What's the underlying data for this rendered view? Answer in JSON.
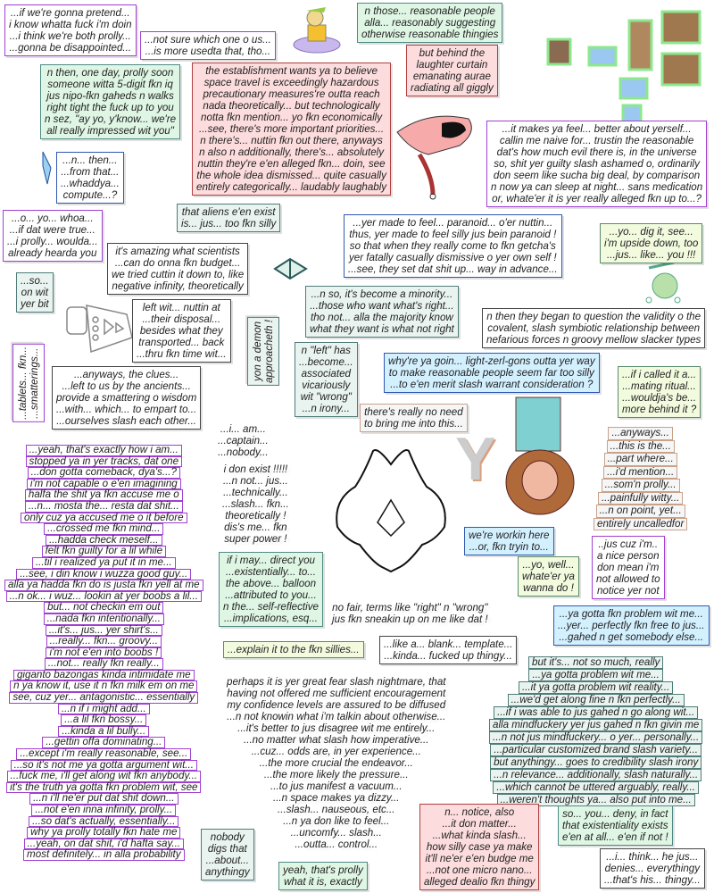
{
  "balloons": [
    {
      "lines": [
        "...if we're gonna pretend...",
        "i know whatta fuck i'm doin",
        "...i think we're both prolly...",
        "...gonna be disappointed..."
      ]
    },
    {
      "lines": [
        "...not sure which one o us...",
        "...is more usedta that, tho..."
      ]
    },
    {
      "lines": [
        "n then, one day, prolly soon",
        "someone witta 5-digit fkn iq",
        "jus nipo-fkn gaheds n walks",
        "right tight the fuck up to you",
        "n sez, \"ay yo, y'know... we're",
        "all really impressed wit you\""
      ]
    },
    {
      "lines": [
        "the establishment wants ya to believe",
        "space travel is exceedingly hazardous",
        "precautionary measures're outta reach",
        "nada theoretically... but technologically",
        "notta fkn mention... yo fkn economically",
        "...see, there's more important priorities...",
        "n there's... nuttin fkn out there, anyways",
        "n also n additionally, there's... absolutely",
        "nuttin they're e'en alleged fkn... doin, see",
        "the whole idea dismissed... quite casually",
        "entirely categorically... laudably laughably"
      ]
    },
    {
      "lines": [
        "n those... reasonable people",
        "alla... reasonably suggesting",
        "otherwise reasonable thingies"
      ]
    },
    {
      "lines": [
        "but behind the",
        "laughter curtain",
        "emanating aurae",
        "radiating all giggly"
      ]
    },
    {
      "lines": [
        "...it makes ya feel... better about yerself...",
        "callin me naive for... trustin the reasonable",
        "dat's how much evil there is, in the universe",
        "so, shit yer guilty slash ashamed o, ordinarily",
        "don seem like sucha big deal, by comparison",
        "n now ya can sleep at night... sans medication",
        "or, whate'er it is yer really alleged fkn up to...?"
      ]
    },
    {
      "lines": [
        "...n... then...",
        "...from that...",
        "...whaddya...",
        "compute...?"
      ]
    },
    {
      "lines": [
        "that aliens e'en exist",
        "is... jus... too fkn silly"
      ]
    },
    {
      "lines": [
        "...o... yo... whoa...",
        "...if dat were true...",
        "...i prolly... woulda...",
        "already hearda you"
      ]
    },
    {
      "lines": [
        "it's amazing what scientists",
        "...can do onna fkn budget...",
        "we tried cuttin it down to, like",
        "negative infinity, theoretically"
      ]
    },
    {
      "lines": [
        "...yer made to feel... paranoid... o'er nuttin...",
        "thus, yer made to feel silly jus bein paranoid !",
        "so that when they really come to fkn getcha's",
        "yer fatally casually dismissive o yer own self !",
        "...see, they set dat shit up... way in advance..."
      ]
    },
    {
      "lines": [
        "...yo... dig it, see...",
        "i'm upside down, too",
        "...jus... like... you !!!"
      ]
    },
    {
      "lines": [
        "...so...",
        "on wit",
        "yer bit"
      ]
    },
    {
      "lines": [
        "...n so, it's become a minority...",
        "...those who want what's right...",
        "tho not... alla the majority know",
        "what they want is what not right"
      ]
    },
    {
      "lines": [
        "n then they began to question the validity o the",
        "covalent, slash symbiotic relationship between",
        "nefarious forces n groovy mellow slacker types"
      ]
    },
    {
      "lines": [
        "left wit... nuttin at",
        "...their disposal...",
        "besides what they",
        "transported... back",
        "...thru fkn time wit..."
      ]
    },
    {
      "lines": [
        "yon a demon",
        "approacheth !"
      ]
    },
    {
      "lines": [
        "...tablets... fkn...",
        "...smatterings..."
      ]
    },
    {
      "lines": [
        "...anyways, the clues...",
        "...left to us by the ancients...",
        "provide a smattering o wisdom",
        "...with... which... to empart to...",
        "...ourselves slash each other..."
      ]
    },
    {
      "lines": [
        "n \"left\" has",
        "...become...",
        "associated",
        "vicariously",
        "wit \"wrong\"",
        "...n irony..."
      ]
    },
    {
      "lines": [
        "why're ya goin... light-zerl-gons outta yer way",
        "to make reasonable people seem far too silly",
        "...to e'en merit slash warrant consideration ?"
      ]
    },
    {
      "lines": [
        "...if i called it a...",
        "...mating ritual...",
        "...wouldja's be...",
        "more behind it ?"
      ]
    },
    {
      "lines": [
        "there's really no need",
        "to bring me into this..."
      ]
    },
    {
      "lines": [
        "...i... am...",
        "...captain...",
        "...nobody..."
      ]
    },
    {
      "lines": [
        "i don exist !!!!!",
        "...n not... jus...",
        "...technically...",
        "...slash... fkn...",
        "theoretically !",
        "dis's me... fkn",
        "super power !"
      ]
    },
    {
      "lines": [
        "...anyways...",
        "...this is the...",
        "...part where...",
        "...i'd mention...",
        "...som'n prolly...",
        "...painfully witty...",
        "...n on point, yet...",
        "entirely uncalledfor"
      ]
    },
    {
      "lines": [
        "...yeah, that's exactly how i am...",
        "stopped ya in yer tracks, dat one",
        "...don gotta comeback, dya's...?",
        "i'm not capable o e'en imagining",
        "halfa the shit ya fkn accuse me o",
        "...n... mosta the... resta dat shit...",
        "only cuz ya accused me o it before",
        "...crossed me fkn mind...",
        "...hadda check meself...",
        "felt fkn guilty for a lil while",
        "...til i realized ya put it in me...",
        "...see, i din know i wuzza good guy...",
        "alla ya hadda fkn do is justa fkn yell at me",
        "...n ok... i wuz... lookin at yer boobs a lil...",
        "but... not checkin em out",
        "...nada fkn intentionally...",
        "...it's... jus... yer shirt's...",
        "...really... fkn... groovy...",
        "i'm not e'en into boobs !",
        "...not... really fkn really...",
        "giganto bazongas kinda intimidate me",
        "n ya know it, use it n fkn milk em on me",
        "see, cuz yer... antagonistic... essentially",
        "...n if i might add...",
        "...a lil fkn bossy...",
        "...kinda a lil bully...",
        "...gettin offa dominating...",
        "...except i'm really reasonable, see...",
        "...so it's not me ya gotta argument wit...",
        "...fuck me, i'll get along wit fkn anybody...",
        "it's the truth ya gotta fkn problem wit, see",
        "...n i'll ne'er put dat shit down...",
        "...not e'en inna infinity, prolly...",
        "...so dat's actually, essentially...",
        "why ya prolly totally fkn hate me",
        "...yeah, on dat shit, i'd hafta say...",
        "most definitely... in alla probability"
      ]
    },
    {
      "lines": [
        "if i may... direct you",
        "...existentially... to...",
        "the above... balloon",
        "...attributed to you...",
        "n the... self-reflective",
        "...implications, esq..."
      ]
    },
    {
      "lines": [
        "no fair, terms like \"right\" n \"wrong\"",
        "jus fkn sneakin up on me like dat !"
      ]
    },
    {
      "lines": [
        "we're workin here",
        "...or, fkn tryin to..."
      ]
    },
    {
      "lines": [
        "...yo, well...",
        "whate'er ya",
        "wanna do !"
      ]
    },
    {
      "lines": [
        "..jus cuz i'm..",
        "a nice person",
        "don mean i'm",
        "not allowed to",
        "notice yer not"
      ]
    },
    {
      "lines": [
        "...ya gotta fkn problem wit me...",
        "...yer... perfectly fkn free to jus...",
        "...gahed n get somebody else..."
      ]
    },
    {
      "lines": [
        "...explain it to the fkn sillies..."
      ]
    },
    {
      "lines": [
        "...like a... blank... template...",
        "...kinda... fucked up thingy..."
      ]
    },
    {
      "lines": [
        "but it's... not so much, really",
        "...ya gotta problem wit me...",
        "...it ya gotta problem wit reality...",
        "...we'd get along fine n fkn perfectly...",
        "...if i was able to jus gahed n go along wit...",
        "alla mindfuckery yer jus gahed n fkn givin me",
        "...n not jus mindfuckery... o yer... personally...",
        "...particular customized brand slash variety...",
        "but anythingy... goes to credibility slash irony",
        "...n relevance... additionally, slash naturally...",
        "...which cannot be uttered arguably, really...",
        "...weren't thoughts ya... also put into me..."
      ]
    },
    {
      "lines": [
        "perhaps it is yer great fear slash nightmare, that",
        "having not offered me sufficient encouragement",
        "my confidence levels are assured to be diffused",
        "...n not knowin what i'm talkin about otherwise...",
        "...it's better to jus disagree wit me entirely...",
        "...no matter what slash how imperative...",
        "...cuz... odds are, in yer experience...",
        "...the more crucial the endeavor...",
        "...the more likely the pressure...",
        "...to jus manifest a vacuum...",
        "...n space makes ya dizzy...",
        "...slash... nauseous, etc...",
        "...n ya don like to feel...",
        "...uncomfy... slash...",
        "...outta... control..."
      ]
    },
    {
      "lines": [
        "nobody",
        "digs that",
        "...about...",
        "anythingy"
      ]
    },
    {
      "lines": [
        "yeah, that's prolly",
        "what it is, exactly"
      ]
    },
    {
      "lines": [
        "n... notice, also",
        "...it don matter...",
        "...what kinda slash...",
        "how silly case ya make",
        "it'll ne'er e'en budge me",
        "...not one micro nano...",
        "alleged dealio fkn thingy"
      ]
    },
    {
      "lines": [
        "so... you... deny, in fact",
        "that existentiality exists",
        "e'en at all... e'en if not !"
      ]
    },
    {
      "lines": [
        "...i... think... he jus...",
        "denies... everythingy",
        "...that's his... thingy..."
      ]
    }
  ],
  "big_letter": "Y"
}
